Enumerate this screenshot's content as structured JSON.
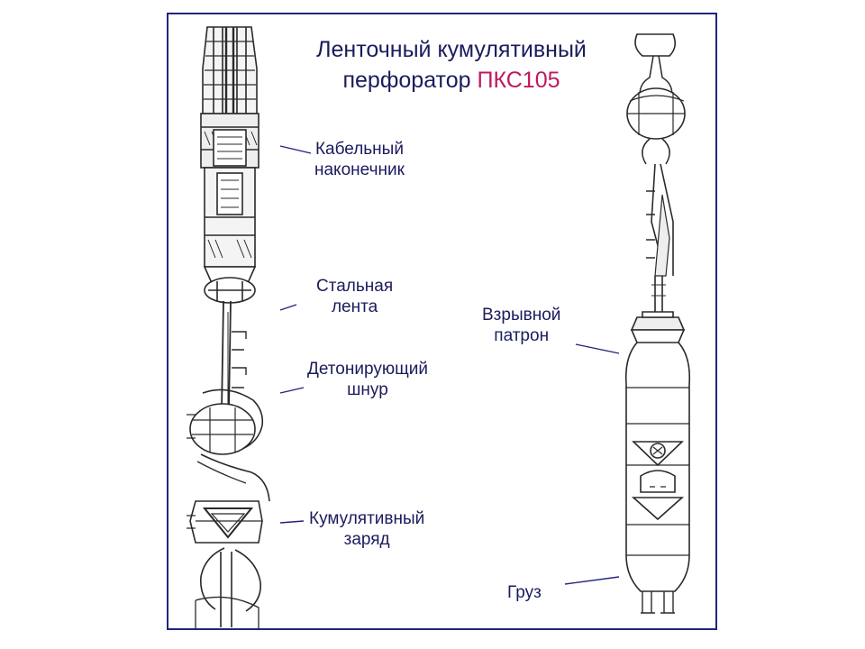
{
  "title": {
    "line1": "Ленточный кумулятивный",
    "line2_prefix": "перфоратор ",
    "line2_model": "ПКС105"
  },
  "labels": {
    "cable_head": [
      "Кабельный",
      "наконечник"
    ],
    "steel_strip": [
      "Стальная",
      "лента"
    ],
    "detonating_cord": [
      "Детонирующий",
      "шнур"
    ],
    "shaped_charge": [
      "Кумулятивный",
      "заряд"
    ],
    "blasting_cap": [
      "Взрывной",
      "патрон"
    ],
    "weight": [
      "Груз"
    ]
  },
  "colors": {
    "frame": "#23237e",
    "text": "#1b1b5e",
    "model_accent": "#c0185f",
    "drawing_ink": "#2a2a2a"
  }
}
